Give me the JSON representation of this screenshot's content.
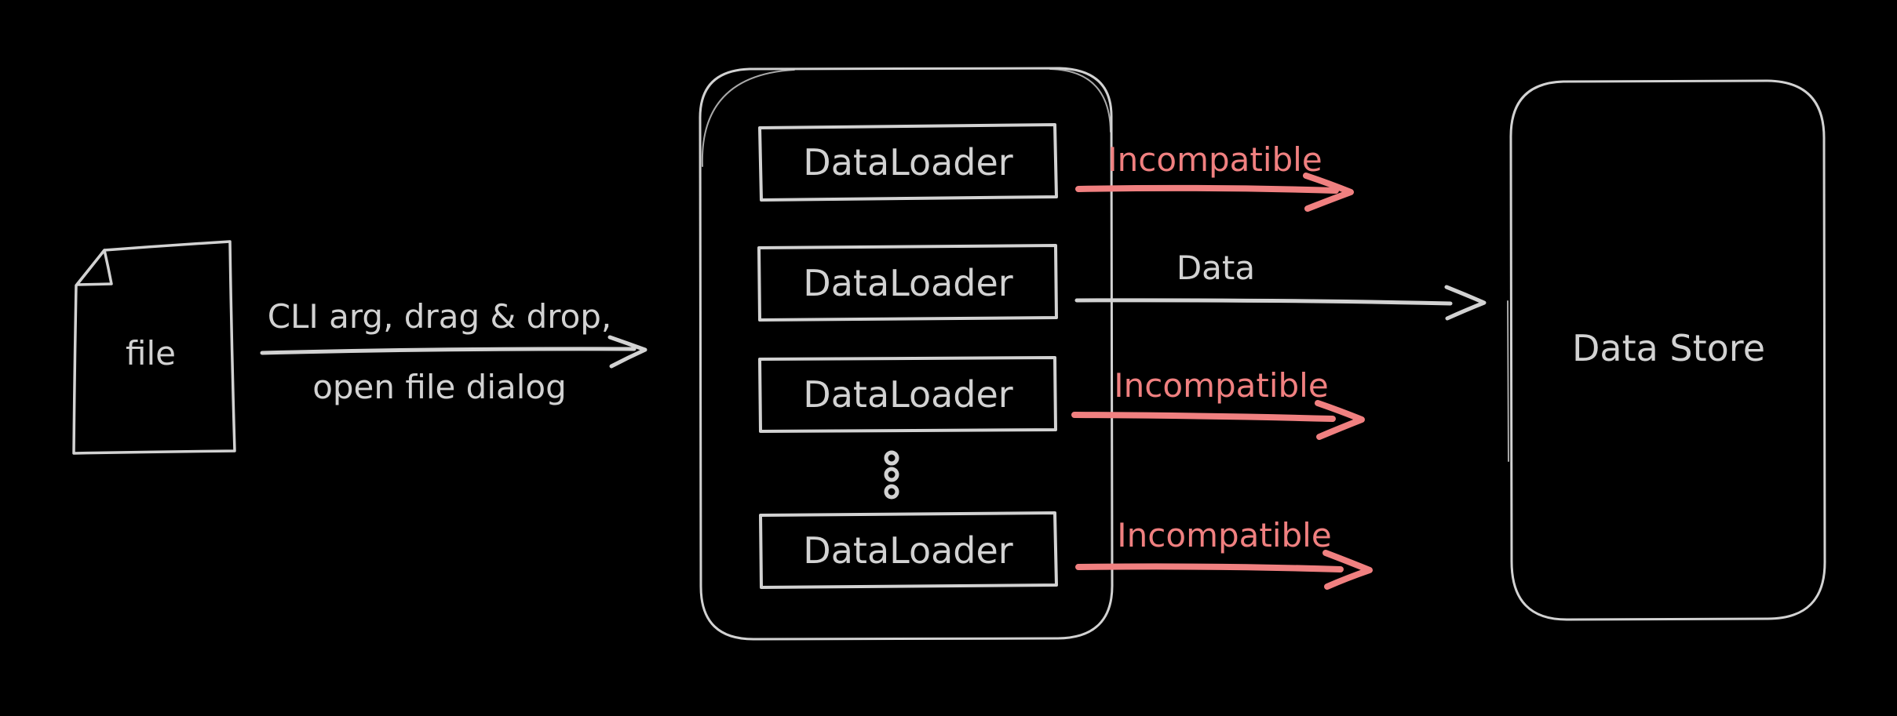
{
  "colors": {
    "background": "#000000",
    "stroke": "#d2d2d2",
    "error": "#f08080"
  },
  "file_node": {
    "label": "file"
  },
  "input_flow": {
    "caption_top": "CLI arg, drag & drop,",
    "caption_bottom": "open file dialog"
  },
  "loader_group": {
    "loaders": [
      {
        "label": "DataLoader"
      },
      {
        "label": "DataLoader"
      },
      {
        "label": "DataLoader"
      },
      {
        "label": "DataLoader"
      }
    ]
  },
  "icons": {
    "ellipsis": "vertical-ellipsis"
  },
  "flows": [
    {
      "label": "Incompatible",
      "status": "error"
    },
    {
      "label": "Data",
      "status": "ok"
    },
    {
      "label": "Incompatible",
      "status": "error"
    },
    {
      "label": "Incompatible",
      "status": "error"
    }
  ],
  "data_store": {
    "label": "Data Store"
  }
}
